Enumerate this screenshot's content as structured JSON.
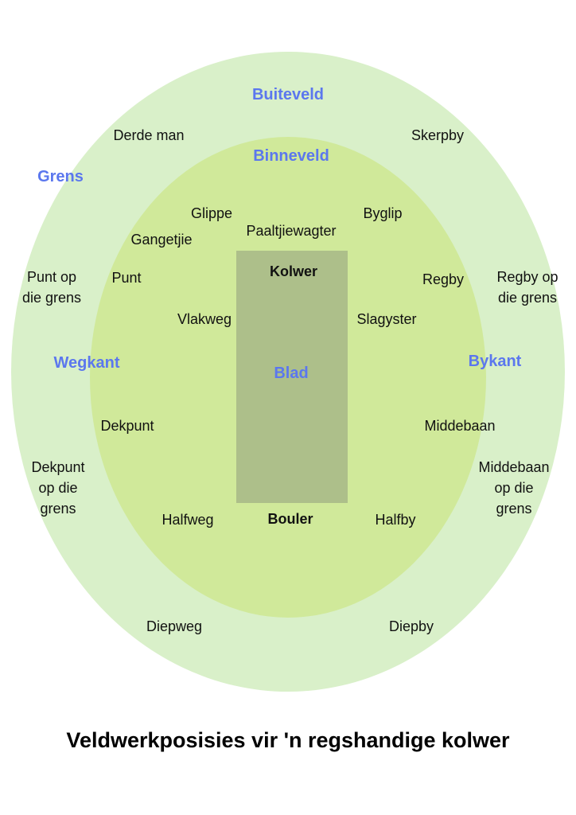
{
  "colors": {
    "outfield": "#d9f0c9",
    "infield": "#d0e99a",
    "pitch": "#adbf8a",
    "zone_label": "#5b77ee",
    "text": "#111111"
  },
  "title": "Veldwerkposisies vir 'n regshandige kolwer",
  "zones": {
    "outfield": "Buiteveld",
    "infield": "Binneveld",
    "boundary": "Grens",
    "leg_side": "Wegkant",
    "off_side": "Bykant",
    "pitch": "Blad"
  },
  "players": {
    "batter": "Kolwer",
    "bowler": "Bouler",
    "keeper": "Paaltjiewagter"
  },
  "positions": {
    "third_man": "Derde man",
    "deep_gully": "Skerpby",
    "slip": "Glippe",
    "leg_slip": "Byglip",
    "gully": "Gangetjie",
    "point": "Punt",
    "cover_deep": "Regby",
    "deep_point": [
      "Punt op",
      "die grens"
    ],
    "deep_cover_boundary": [
      "Regby op",
      "die grens"
    ],
    "silly_mid_off": "Vlakweg",
    "short_leg": "Slagyster",
    "cover_point": "Dekpunt",
    "midwicket": "Middebaan",
    "deep_cover_point": [
      "Dekpunt",
      "op die",
      "grens"
    ],
    "deep_midwicket": [
      "Middebaan",
      "op die",
      "grens"
    ],
    "mid_off": "Halfweg",
    "mid_on": "Halfby",
    "long_off": "Diepweg",
    "long_on": "Diepby"
  }
}
